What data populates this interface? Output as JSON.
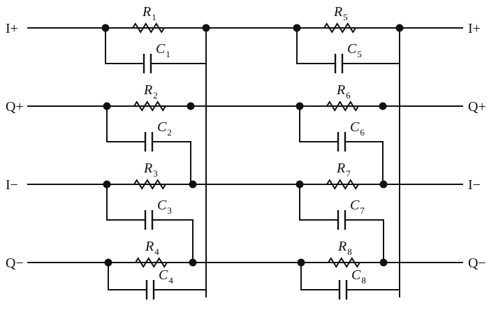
{
  "ports_left": [
    "I+",
    "Q+",
    "I−",
    "Q−"
  ],
  "ports_right": [
    "I+",
    "Q+",
    "I−",
    "Q−"
  ],
  "resistors": [
    {
      "symbol": "R",
      "index": "1"
    },
    {
      "symbol": "R",
      "index": "2"
    },
    {
      "symbol": "R",
      "index": "3"
    },
    {
      "symbol": "R",
      "index": "4"
    },
    {
      "symbol": "R",
      "index": "5"
    },
    {
      "symbol": "R",
      "index": "6"
    },
    {
      "symbol": "R",
      "index": "7"
    },
    {
      "symbol": "R",
      "index": "8"
    }
  ],
  "capacitors": [
    {
      "symbol": "C",
      "index": "1"
    },
    {
      "symbol": "C",
      "index": "2"
    },
    {
      "symbol": "C",
      "index": "3"
    },
    {
      "symbol": "C",
      "index": "4"
    },
    {
      "symbol": "C",
      "index": "5"
    },
    {
      "symbol": "C",
      "index": "6"
    },
    {
      "symbol": "C",
      "index": "7"
    },
    {
      "symbol": "C",
      "index": "8"
    }
  ]
}
